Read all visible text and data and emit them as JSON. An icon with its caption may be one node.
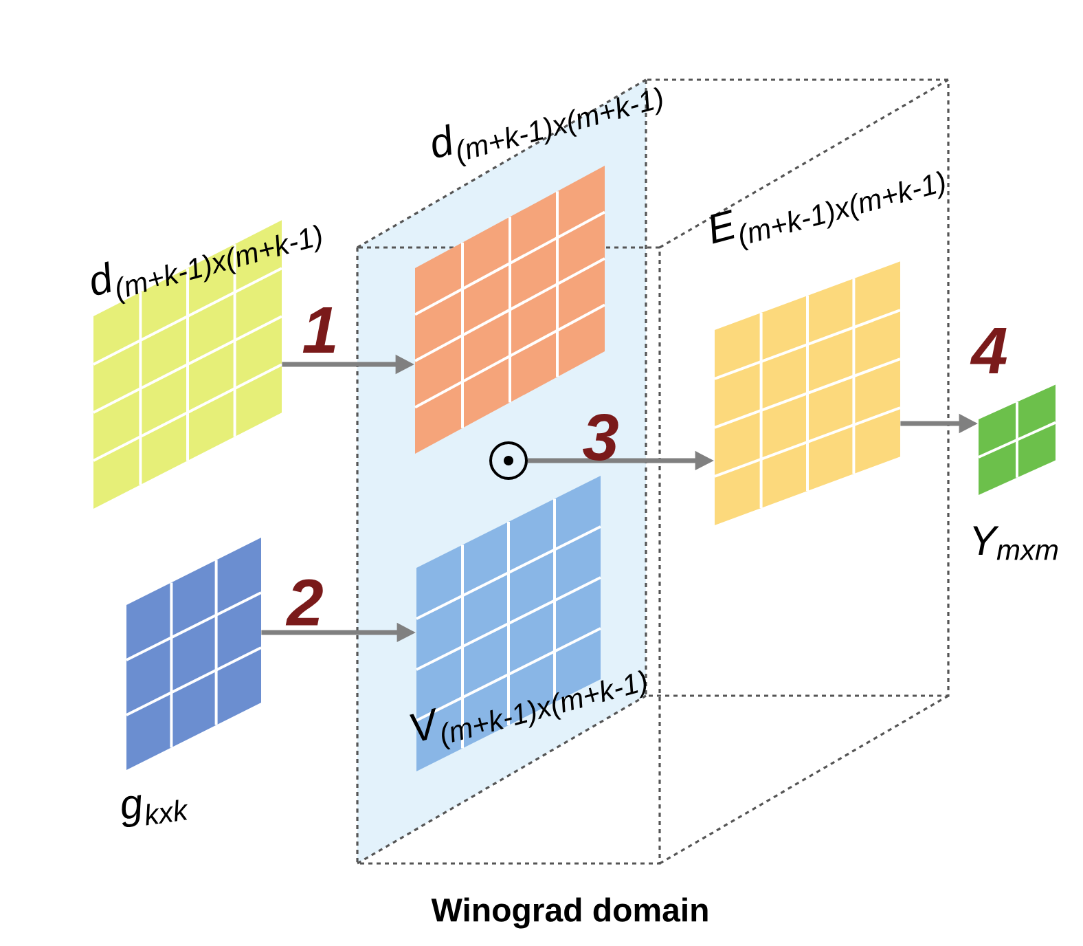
{
  "diagram": {
    "nodes": [
      {
        "text": [
          "d$_{(m+k-1)x(m+k-1)}$"
        ]
      },
      {
        "text": [
          "g$_{kxk}$"
        ]
      },
      {
        "text": [
          "Winograd domain"
        ]
      },
      {
        "text": [
          "d$_{(m+k-1)x(m+k-1)}$"
        ],
        "in": 2
      },
      {
        "text": [
          "V$_{(m+k-1)x(m+k-1)}$"
        ],
        "in": 2
      },
      {
        "text": [],
        "shape": "circle",
        "in": 2
      },
      {
        "text": [
          "E$_{(m+k-1)x(m+k-1)}$"
        ],
        "in": 2
      },
      {
        "text": [
          "Y$_{mxm}$"
        ]
      }
    ],
    "edges": [
      {
        "from": 0,
        "to": 3,
        "arrow": "to",
        "label": "1"
      },
      {
        "from": 1,
        "to": 4,
        "arrow": "to",
        "label": "2"
      },
      {
        "from": 5,
        "to": 6,
        "arrow": "to",
        "label": "3"
      },
      {
        "from": 6,
        "to": 7,
        "arrow": "to",
        "label": "4"
      }
    ]
  }
}
